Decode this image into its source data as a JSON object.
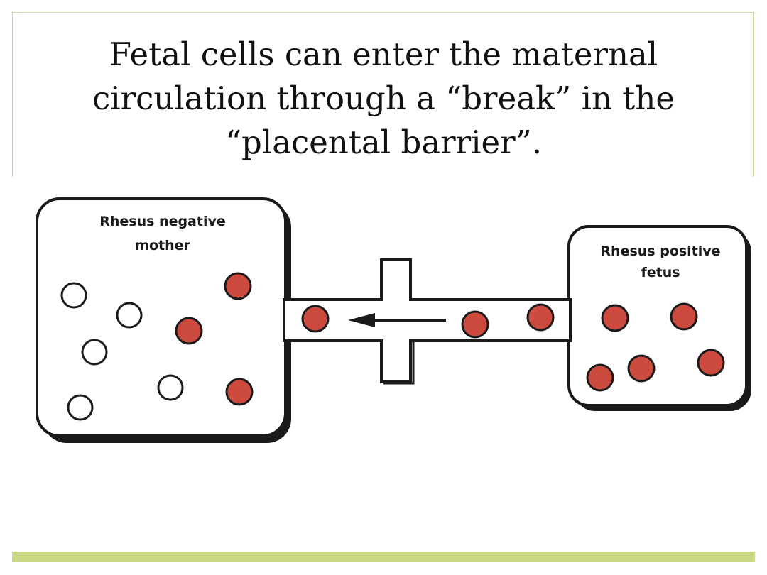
{
  "title": {
    "line1": "Fetal cells can enter  the maternal",
    "line2": "circulation through a “break” in the",
    "line3": "“placental barrier”."
  },
  "diagram": {
    "mother_label_1": "Rhesus negative",
    "mother_label_2": "mother",
    "fetus_label_1": "Rhesus positive",
    "fetus_label_2": "fetus",
    "colors": {
      "red_cell": "#cc4a3e",
      "outline": "#1a1a1a",
      "accent_bar": "#c9d884"
    }
  }
}
